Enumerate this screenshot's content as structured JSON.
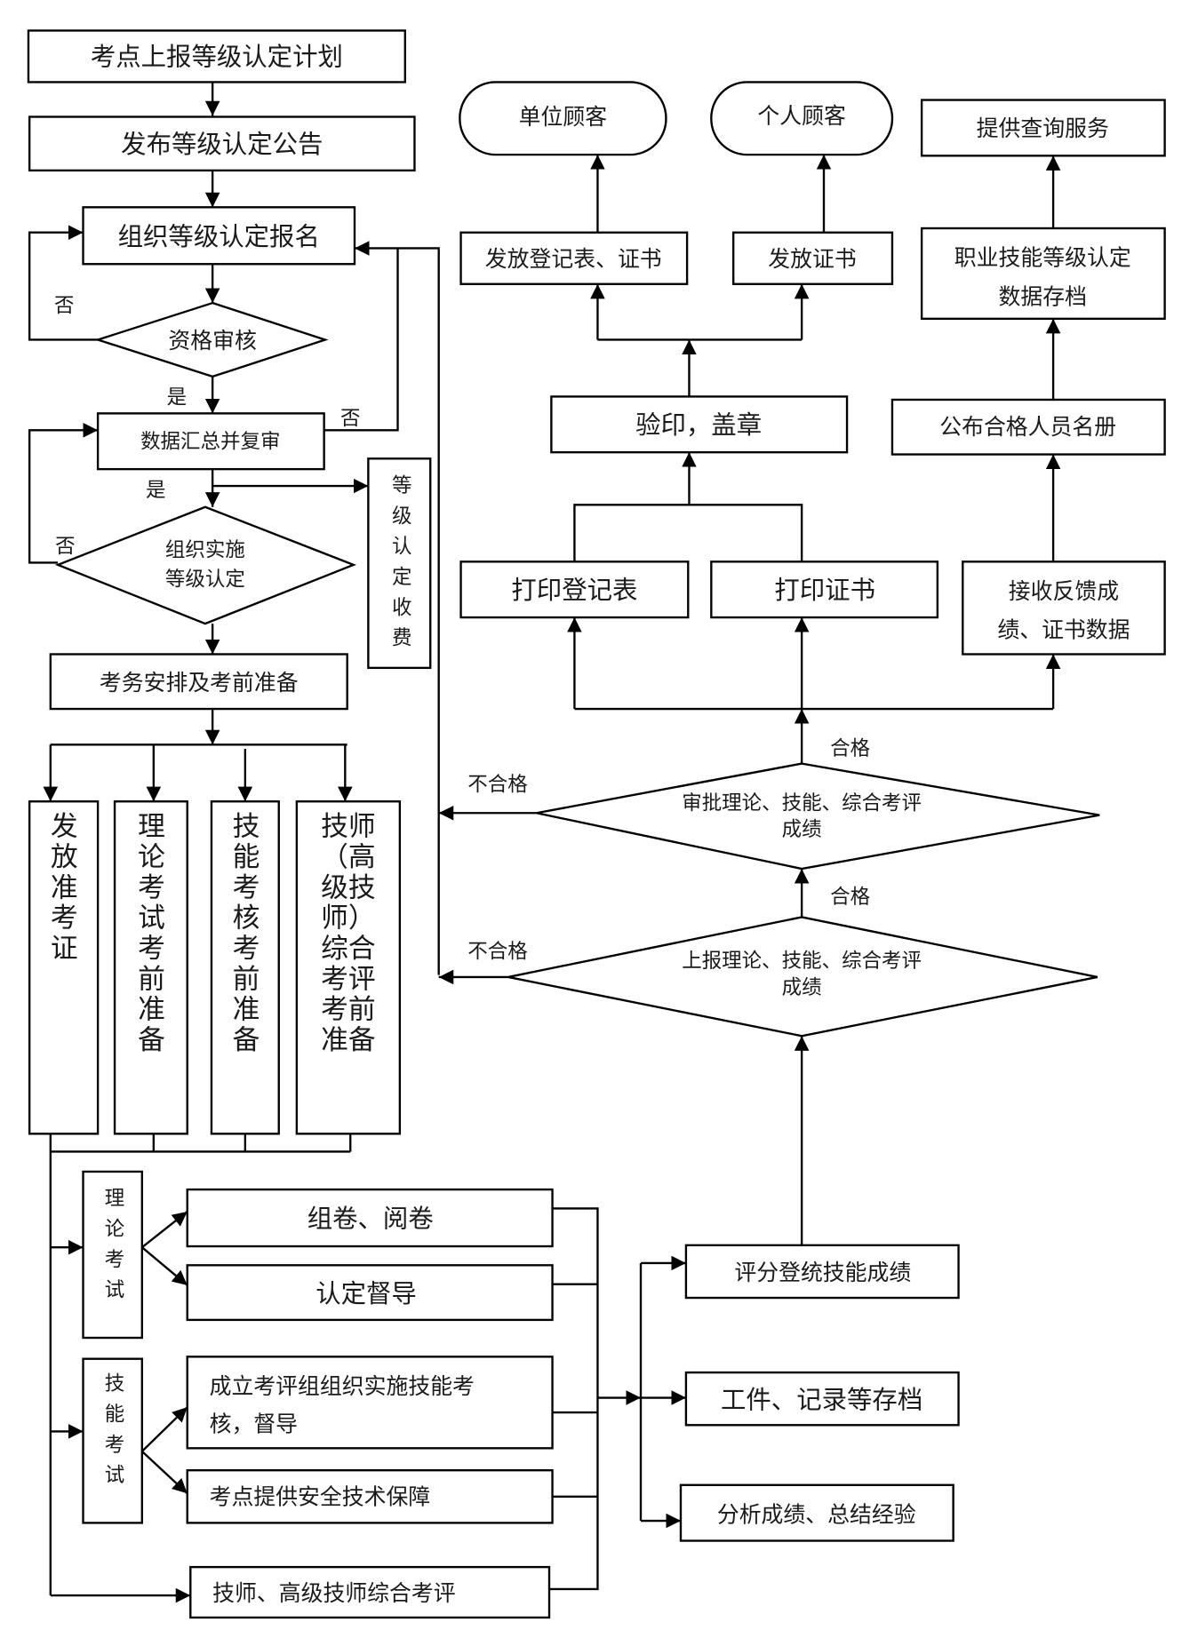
{
  "title": "职业技能等级认定工作流程",
  "colors": {
    "stroke": "#000000",
    "background": "#ffffff",
    "text": "#1a1a1a"
  },
  "left_flow": {
    "plan": "考点上报等级认定计划",
    "announce": "发布等级认定公告",
    "register": "组织等级认定报名",
    "qualify_check": "资格审核",
    "summary_review": "数据汇总并复审",
    "implement": [
      "组织实施",
      "等级认定"
    ],
    "fee": [
      "等",
      "级",
      "认",
      "定",
      "收",
      "费"
    ],
    "prep": "考务安排及考前准备",
    "prep_columns": [
      [
        "发",
        "放",
        "准",
        "考",
        "证"
      ],
      [
        "理",
        "论",
        "考",
        "试",
        "考",
        "前",
        "准",
        "备"
      ],
      [
        "技",
        "能",
        "考",
        "核",
        "考",
        "前",
        "准",
        "备"
      ],
      [
        "技师",
        "（高",
        "级技",
        "师）",
        "综合",
        "考评",
        "考前",
        "准备"
      ]
    ]
  },
  "exam_section": {
    "theory_exam": [
      "理",
      "论",
      "考",
      "试"
    ],
    "skill_exam": [
      "技",
      "能",
      "考",
      "试"
    ],
    "theory_tasks": [
      "组卷、阅卷",
      "认定督导"
    ],
    "skill_tasks": [
      [
        "成立考评组组织实施技能考",
        "核，督导"
      ],
      "考点提供安全技术保障"
    ],
    "comprehensive": "技师、高级技师综合考评",
    "results": [
      "评分登统技能成绩",
      "工件、记录等存档",
      "分析成绩、总结经验"
    ]
  },
  "right_flow": {
    "report_scores": [
      "上报理论、技能、综合考评",
      "成绩"
    ],
    "approve_scores": [
      "审批理论、技能、综合考评",
      "成绩"
    ],
    "print_register": "打印登记表",
    "print_cert": "打印证书",
    "receive_feedback": [
      "接收反馈成",
      "绩、证书数据"
    ],
    "stamp": "验印，盖章",
    "issue_register_cert": "发放登记表、证书",
    "issue_cert": "发放证书",
    "unit_customer": "单位顾客",
    "personal_customer": "个人顾客",
    "publish_roster": "公布合格人员名册",
    "archive": [
      "职业技能等级认定",
      "数据存档"
    ],
    "query_service": "提供查询服务"
  },
  "edge_labels": {
    "yes": "是",
    "no": "否",
    "pass": "合格",
    "fail": "不合格"
  }
}
